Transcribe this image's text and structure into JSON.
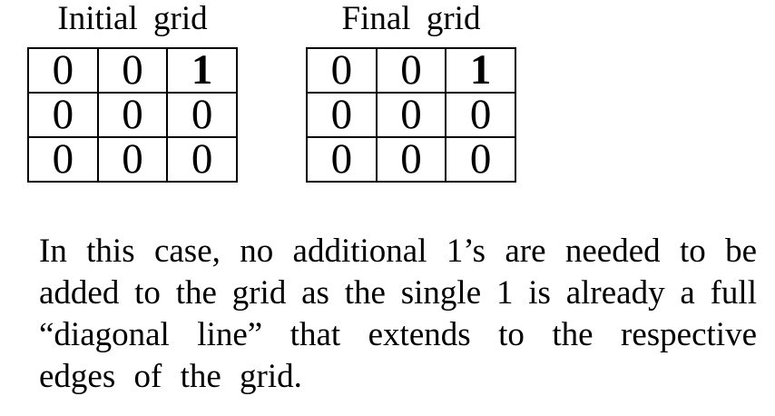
{
  "colors": {
    "background": "#ffffff",
    "text": "#000000",
    "grid_border": "#000000"
  },
  "grids": {
    "initial": {
      "title": "Initial grid",
      "rows": [
        [
          "0",
          "0",
          "1"
        ],
        [
          "0",
          "0",
          "0"
        ],
        [
          "0",
          "0",
          "0"
        ]
      ],
      "bold_cell": "row 0, col 2"
    },
    "final": {
      "title": "Final grid",
      "rows": [
        [
          "0",
          "0",
          "1"
        ],
        [
          "0",
          "0",
          "0"
        ],
        [
          "0",
          "0",
          "0"
        ]
      ],
      "bold_cell": "row 0, col 2"
    }
  },
  "caption": {
    "lines": [
      "In this case, no additional 1’s are needed to be",
      "added to the grid as the single 1 is already a full",
      "“diagonal line” that extends to the respective",
      "edges of the grid."
    ]
  }
}
